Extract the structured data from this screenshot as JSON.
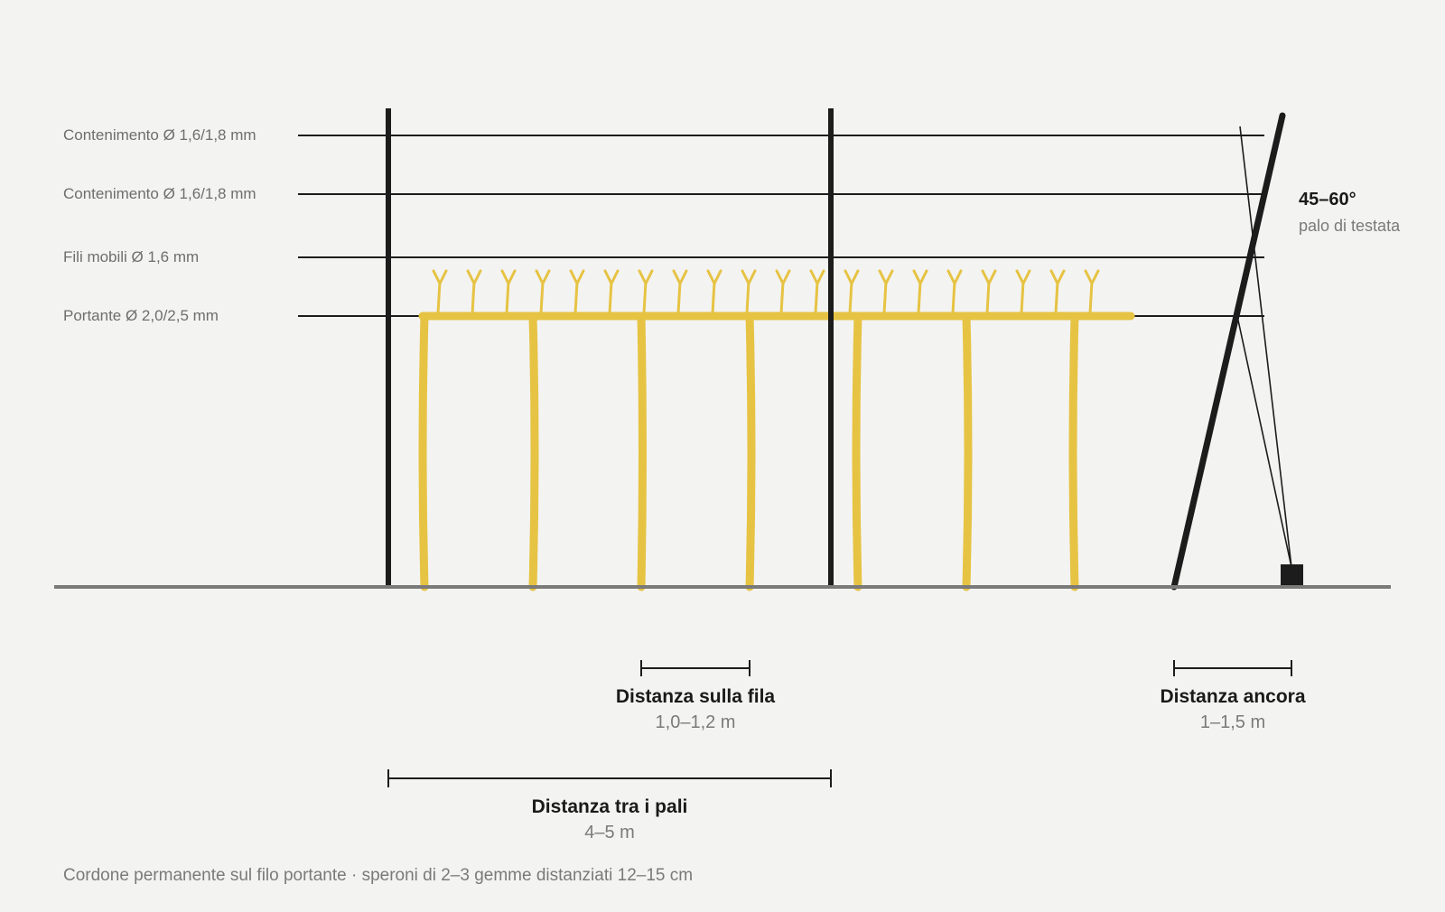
{
  "wires": [
    {
      "label": "Contenimento Ø 1,6/1,8 mm"
    },
    {
      "label": "Contenimento Ø 1,6/1,8 mm"
    },
    {
      "label": "Fili mobili Ø 1,6 mm"
    },
    {
      "label": "Portante Ø 2,0/2,5 mm"
    }
  ],
  "angle": {
    "value": "45–60°",
    "label": "palo di testata"
  },
  "dimensions": {
    "plant_spacing": {
      "title": "Distanza sulla fila",
      "value": "1,0–1,2 m"
    },
    "anchor_distance": {
      "title": "Distanza ancora",
      "value": "1–1,5 m"
    },
    "post_spacing": {
      "title": "Distanza tra i pali",
      "value": "4–5 m"
    }
  },
  "caption": "Cordone permanente sul filo portante · speroni di 2–3 gemme distanziati 12–15 cm",
  "colors": {
    "vine": "#e6c343",
    "structure": "#1c1c1c",
    "ground": "#7a7a7a",
    "background": "#f3f3f1"
  }
}
